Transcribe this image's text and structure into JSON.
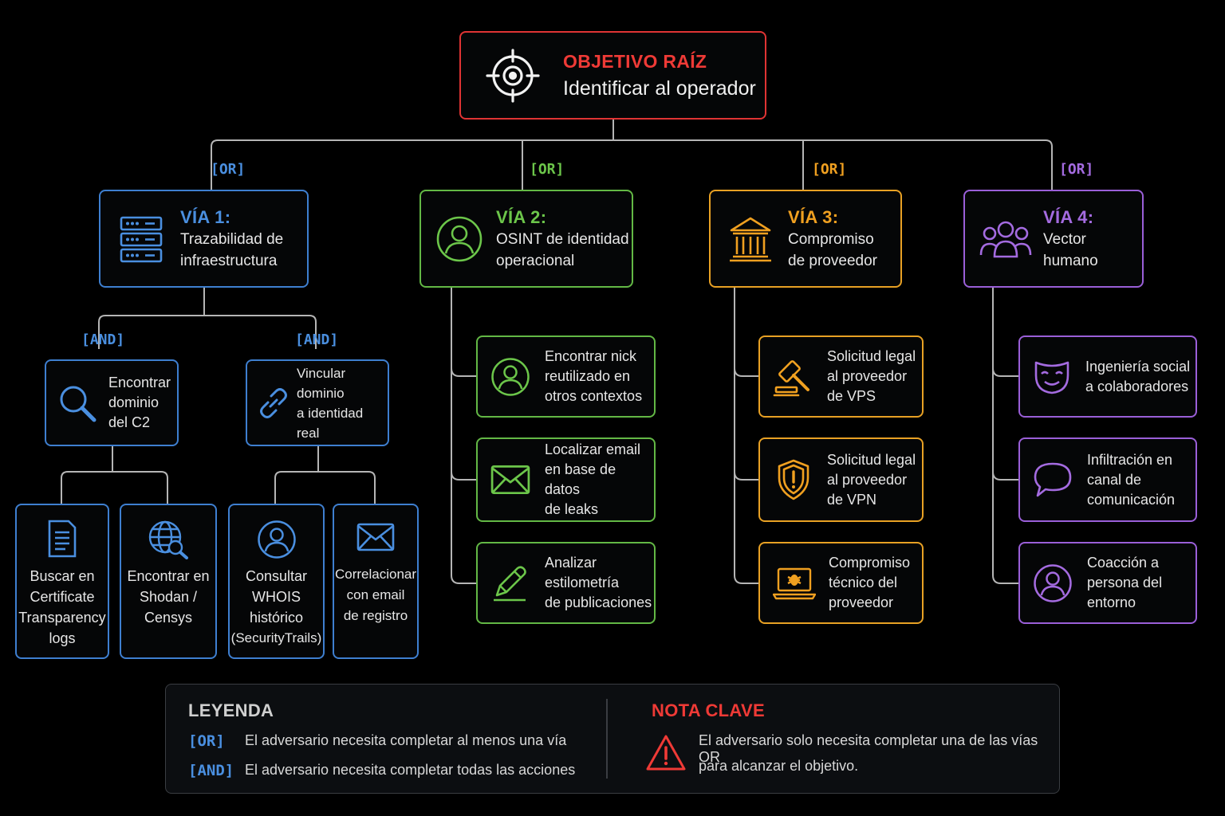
{
  "root": {
    "label": "OBJETIVO RAÍZ",
    "text": "Identificar al operador",
    "icon": "target-icon"
  },
  "gates": {
    "or": "[OR]",
    "and": "[AND]"
  },
  "via1": {
    "title": "VÍA 1:",
    "line1": "Trazabilidad de",
    "line2": "infraestructura",
    "icon": "server-icon",
    "and1": {
      "line1": "Encontrar",
      "line2": "dominio",
      "line3": "del C2",
      "icon": "search-icon"
    },
    "and2": {
      "line1": "Vincular dominio",
      "line2": "a identidad real",
      "icon": "link-icon"
    },
    "leaves": [
      {
        "lines": [
          "Buscar en",
          "Certificate",
          "Transparency",
          "logs"
        ],
        "icon": "document-icon"
      },
      {
        "lines": [
          "Encontrar en",
          "Shodan /",
          "Censys"
        ],
        "icon": "globe-search-icon"
      },
      {
        "lines": [
          "Consultar",
          "WHOIS",
          "histórico",
          "(SecurityTrails)"
        ],
        "icon": "user-circle-icon"
      },
      {
        "lines": [
          "Correlacionar",
          "con email",
          "de registro"
        ],
        "icon": "envelope-icon"
      }
    ]
  },
  "via2": {
    "title": "VÍA 2:",
    "line1": "OSINT de identidad",
    "line2": "operacional",
    "icon": "user-circle-icon",
    "items": [
      {
        "lines": [
          "Encontrar nick",
          "reutilizado en",
          "otros contextos"
        ],
        "icon": "user-circle-icon"
      },
      {
        "lines": [
          "Localizar email",
          "en base de datos",
          "de leaks"
        ],
        "icon": "envelope-icon"
      },
      {
        "lines": [
          "Analizar",
          "estilometría",
          "de publicaciones"
        ],
        "icon": "pencil-icon"
      }
    ]
  },
  "via3": {
    "title": "VÍA 3:",
    "line1": "Compromiso",
    "line2": "de proveedor",
    "icon": "institution-icon",
    "items": [
      {
        "lines": [
          "Solicitud legal",
          "al proveedor",
          "de VPS"
        ],
        "icon": "gavel-icon"
      },
      {
        "lines": [
          "Solicitud legal",
          "al proveedor",
          "de VPN"
        ],
        "icon": "shield-alert-icon"
      },
      {
        "lines": [
          "Compromiso",
          "técnico del",
          "proveedor"
        ],
        "icon": "laptop-bug-icon"
      }
    ]
  },
  "via4": {
    "title": "VÍA 4:",
    "line1": "Vector humano",
    "icon": "group-icon",
    "items": [
      {
        "lines": [
          "Ingeniería social",
          "a colaboradores"
        ],
        "icon": "mask-icon"
      },
      {
        "lines": [
          "Infiltración en",
          "canal de",
          "comunicación"
        ],
        "icon": "chat-bubble-icon"
      },
      {
        "lines": [
          "Coacción a",
          "persona del",
          "entorno"
        ],
        "icon": "user-circle-icon"
      }
    ]
  },
  "legend": {
    "title": "LEYENDA",
    "or_label": "[OR]",
    "or_text": "El adversario necesita completar al menos una vía",
    "and_label": "[AND]",
    "and_text": "El adversario necesita completar todas las acciones",
    "note_title": "NOTA CLAVE",
    "note_line1": "El adversario solo necesita completar una de las vías OR",
    "note_line2": "para alcanzar el objetivo.",
    "note_icon": "warning-icon"
  },
  "colors": {
    "root": "#e03434",
    "via1": "#3e7fd0",
    "via2": "#63b845",
    "via3": "#e8a124",
    "via4": "#9a5fd8",
    "wire": "#b9b9b9"
  }
}
